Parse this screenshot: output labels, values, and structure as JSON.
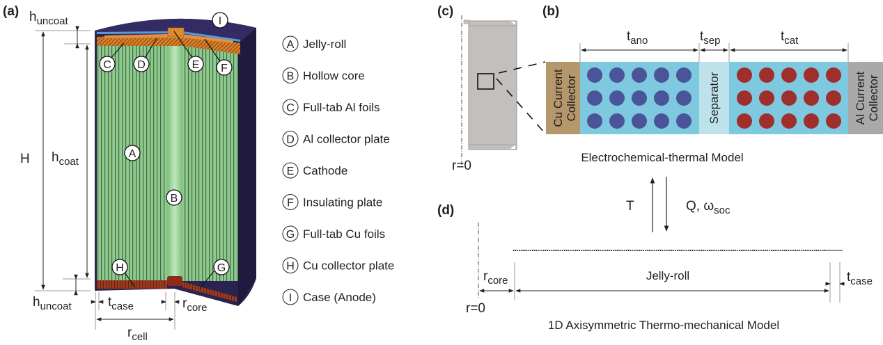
{
  "figure": {
    "panels": {
      "a": "(a)",
      "b": "(b)",
      "c": "(c)",
      "d": "(d)"
    },
    "panel_a": {
      "dimensions": {
        "h_uncoat_top": {
          "base": "h",
          "sub": "uncoat"
        },
        "H": {
          "base": "H"
        },
        "h_coat": {
          "base": "h",
          "sub": "coat"
        },
        "h_uncoat_bottom": {
          "base": "h",
          "sub": "uncoat"
        },
        "t_case": {
          "base": "t",
          "sub": "case"
        },
        "r_core": {
          "base": "r",
          "sub": "core"
        },
        "r_cell": {
          "base": "r",
          "sub": "cell"
        }
      },
      "callouts": [
        "A",
        "B",
        "C",
        "D",
        "E",
        "F",
        "G",
        "H",
        "I"
      ],
      "colors": {
        "case": "#2a2350",
        "jelly_roll": "#8cc68c",
        "core": "#a8dca8",
        "top_collector": "#d9822b",
        "insulator": "#5b9bd5",
        "bottom_collector": "#9b3a1e"
      }
    },
    "legend": [
      {
        "key": "A",
        "label": "Jelly-roll"
      },
      {
        "key": "B",
        "label": "Hollow core"
      },
      {
        "key": "C",
        "label": "Full-tab Al foils"
      },
      {
        "key": "D",
        "label": "Al collector plate"
      },
      {
        "key": "E",
        "label": "Cathode"
      },
      {
        "key": "F",
        "label": "Insulating plate"
      },
      {
        "key": "G",
        "label": "Full-tab Cu foils"
      },
      {
        "key": "H",
        "label": "Cu collector plate"
      },
      {
        "key": "I",
        "label": "Case (Anode)"
      }
    ],
    "panel_c": {
      "axis_label": "r=0"
    },
    "panel_b": {
      "cu_collector": [
        "Cu Current",
        "Collector"
      ],
      "separator": "Separator",
      "al_collector": [
        "Al Current",
        "Collector"
      ],
      "t_ano": {
        "base": "t",
        "sub": "ano"
      },
      "t_sep": {
        "base": "t",
        "sub": "sep"
      },
      "t_cat": {
        "base": "t",
        "sub": "cat"
      },
      "anode_particles": {
        "rows": 3,
        "cols": 5
      },
      "cathode_particles": {
        "rows": 3,
        "cols": 5
      },
      "caption": "Electrochemical-thermal Model",
      "colors": {
        "cu": "#b4976a",
        "electrolyte": "#7ec8e0",
        "separator": "#bde2ec",
        "al": "#a9a9a9",
        "anode_particle": "#4a5498",
        "cathode_particle": "#9e2f2c"
      }
    },
    "coupling": {
      "up_label": "T",
      "down_label": {
        "base": "Q, ω",
        "sub": "soc"
      }
    },
    "panel_d": {
      "r_core": {
        "base": "r",
        "sub": "core"
      },
      "jelly_roll": "Jelly-roll",
      "t_case": {
        "base": "t",
        "sub": "case"
      },
      "axis_label": "r=0",
      "caption": "1D Axisymmetric Thermo-mechanical Model"
    }
  }
}
